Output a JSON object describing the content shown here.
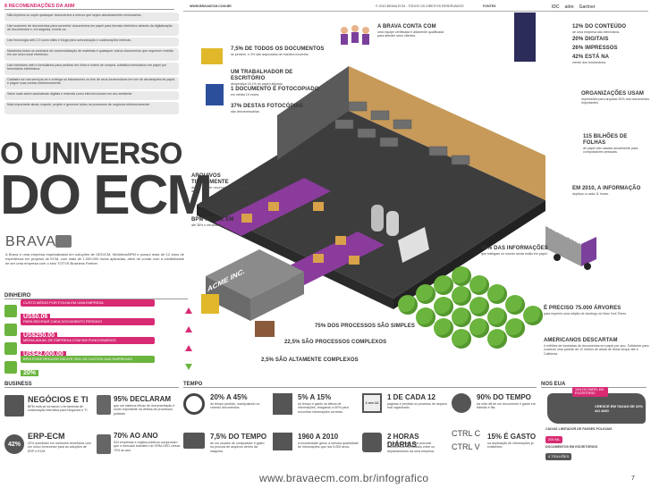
{
  "header": {
    "left_title": "8 RECOMENDAÇÕES DA AIIM",
    "site": "WWW.BRAVAECM.COM.BR",
    "copyright": "© 2010 BRAVA ECM - TODOS OS DIREITOS RESERVADOS",
    "sources": "FONTES",
    "logos": [
      "IDC",
      "aiim",
      "Gartner"
    ]
  },
  "recommendations": [
    "Não imprima ou copie quaisquer documentos a menos que sejam absolutamente necessários.",
    "Use scanners de documentos para converter documentos em papel para formato eletrônico através da digitalização de documentos e, em seguida, recicle-os.",
    "Use tecnologia web 2.0 como wikis e blogs para comunicação e colaborações internas.",
    "Mantenha todos os contratos de comercialização de materiais e quaisquer outros documentos que requerem revisão em um único local eletrônico.",
    "Use interfaces web e formulários para pedidos em linha e ordem de compra, substitua formulários em papel por formulários eletrônicos.",
    "Cadastre-se nos serviços de e-entrega ou faturamento on-line de seus fornecedores em vez de declarações de papel, e pague suas contas eletronicamente.",
    "Salve mais sobre assinaturas digitais e estenda como eles funcionam em seu ambiente.",
    "Mais importante ainda, mapeie, projete e gerencie todos os processos de negócios eletronicamente."
  ],
  "scene_callouts": {
    "c1": {
      "title": "7,5% DE TODOS OS DOCUMENTOS",
      "text": "se perdem, e 3% são arquivados de maneira incorreta."
    },
    "c2": {
      "title": "UM TRABALHADOR DE ESCRITÓRIO",
      "text": "desperdiça 16,1% do papel utilizado."
    },
    "c3": {
      "title": "1 DOCUMENTO É FOTOCOPIADO",
      "text": "em média 19 vezes."
    },
    "c4": {
      "title": "37% DESTAS FOTOCÓPIAS",
      "text": "são desnecessárias."
    },
    "c5": {
      "title": "A BRAVA CONTA COM",
      "text": "uma equipe certificada e altamente qualificada para atender seus clientes."
    },
    "c6": {
      "title": "ARQUIVOS TIPICAMENTE",
      "text": "devem crescer na proporção de 25% ao ano."
    },
    "c7": {
      "title": "BPM REDUZ EM",
      "text": "até 36% o retrabalho."
    },
    "c8": {
      "title": "95% DAS INFORMAÇÕES",
      "text": "que trafegam no mundo ainda estão em papel."
    },
    "c9": {
      "title": "EM 2010, A INFORMAÇÃO",
      "text": "duplicou a cada 11 horas."
    },
    "c10": {
      "title": "75% DOS PROCESSOS SÃO SIMPLES"
    },
    "c11": {
      "title": "22,5% SÃO PROCESSOS COMPLEXOS"
    },
    "c12": {
      "title": "2,5% SÃO ALTAMENTE COMPLEXOS"
    },
    "truck": "ACME INC.",
    "truck2": "ACME INC."
  },
  "right": {
    "items": [
      {
        "title": "12% DO CONTEÚDO",
        "text": "de uma empresa são eletrônicos."
      },
      {
        "title": "20% DIGITAIS",
        "text": ""
      },
      {
        "title": "26% IMPRESSOS",
        "text": ""
      },
      {
        "title": "42% ESTÁ NA",
        "text": "mente dos funcionários."
      }
    ],
    "org": {
      "title": "ORGANIZAÇÕES USAM",
      "text": "impressões para arquivar 62% dos documentos importantes."
    },
    "sheets": {
      "title": "115 BILHÕES DE FOLHAS",
      "text": "de papel são usadas anualmente para computadores pessoais."
    },
    "trees": {
      "title": "É PRECISO 75.000 ÁRVORES",
      "text": "para imprimir uma edição de domingo do New York Times."
    },
    "americans": {
      "title": "AMERICANOS DESCARTAM",
      "text": "4 milhões de toneladas de documentos em papel por ano. Suficiente para construir uma parede de 12 metros de altura de Nova Iorque até a Califórnia."
    }
  },
  "title": {
    "line1": "O UNIVERSO",
    "line2": "DO ECM"
  },
  "brava": {
    "logo": "BRAVA",
    "text": "A Brava é uma empresa especializada em soluções de GED/CM, Workflow/BPM e possui mais de 12 anos de experiência em projetos de ECM, com mais de 1.000.000 horas aplicadas, além de contar com a credibilidade de ser uma empresa com o selo TOTVS Business Partner."
  },
  "money": {
    "title": "DINHEIRO",
    "rows": [
      {
        "label": "CUSTO MÉDIO POR FOLHA EM UMA EMPRESA",
        "value": "US$0,06",
        "color": "#d82b74"
      },
      {
        "label": "PARA RECRIAR CADA DOCUMENTO PERDIDO",
        "value": "US$250,00",
        "color": "#d82b74"
      },
      {
        "label": "MÉDIA ANUAL DE EMPRESA COM 500 FUNCIONÁRIOS",
        "value": "US$42.000,00",
        "color": "#d82b74"
      },
      {
        "label": "BPM PODE REDUZIR EM ATÉ 20% OS CUSTOS DAS EMPRESAS",
        "value": "20%",
        "color": "#6bb43e"
      }
    ]
  },
  "business": {
    "title": "BUSINESS",
    "neg_title": "NEGÓCIOS E TI",
    "neg_text": "BPM está se tornando o ferramenta de colaboração interativa para Negócios e TI.",
    "erp_title": "ERP-ECM",
    "erp_pct": "42%",
    "erp_text": "42% acreditam em melhores benefícios com um único fornecedor para as soluções de ERP e ECM.",
    "decl_title": "95% DECLARAM",
    "decl_text": "que um sistema eficaz de documentação é muito importante na defesa de processos judiciais.",
    "aid_title": "70% AO ANO",
    "aid_text": "SAI empresas e órgãos públicos comprovam que o mercado brasileiro de GRM-GED cresce 70% ao ano."
  },
  "time": {
    "title": "TEMPO",
    "cells": [
      {
        "title": "20% A 45%",
        "text": "do tempo perdido, manipulando ou criando documentos."
      },
      {
        "title": "5% A 15%",
        "text": "do tempo é gasto na leitura de informações, chegando a 50% para encontrar informações corretas."
      },
      {
        "title": "1 DE CADA 12",
        "text": "páginas é perdida no processo de arquivo mal organizado.",
        "badge": "1 em 12"
      },
      {
        "title": "90% DO TEMPO",
        "text": "da vida útil de um documento é gasto em trânsito e fila."
      },
      {
        "title": "7,5% DO TEMPO",
        "text": "de um usuário de computador é gasto na procura de arquivos dentro da máquina."
      },
      {
        "title": "1960 A 2010",
        "text": "A humanidade gerou a mesma quantidade de informações que nos 5.000 anos."
      },
      {
        "title": "2 HORAS DIÁRIAS",
        "text": "é o tempo usado para procurar documentos extraviados entre os departamentos da uma empresa."
      },
      {
        "title": "15% É GASTO",
        "text": "na duplicação de informações já existentes.",
        "keys": [
          "CTRL C",
          "CTRL V"
        ]
      }
    ]
  },
  "usa": {
    "title": "NOS EUA",
    "badge": "10% DO PAPEL EM ESCRITÓRIO",
    "grow": "CRESCE EM TAXAS DE 22% AO ANO",
    "p1_label": "CAIXAS LIMITADOR DE PASSES POLICIAIS",
    "p1_value": "200 ML",
    "p2_label": "DOCUMENTOS EM ESCRITÓRIOS",
    "p2_value": "4 TRILHÕES"
  },
  "footer": {
    "url": "www.bravaecm.com.br/infografico",
    "page": "7"
  }
}
